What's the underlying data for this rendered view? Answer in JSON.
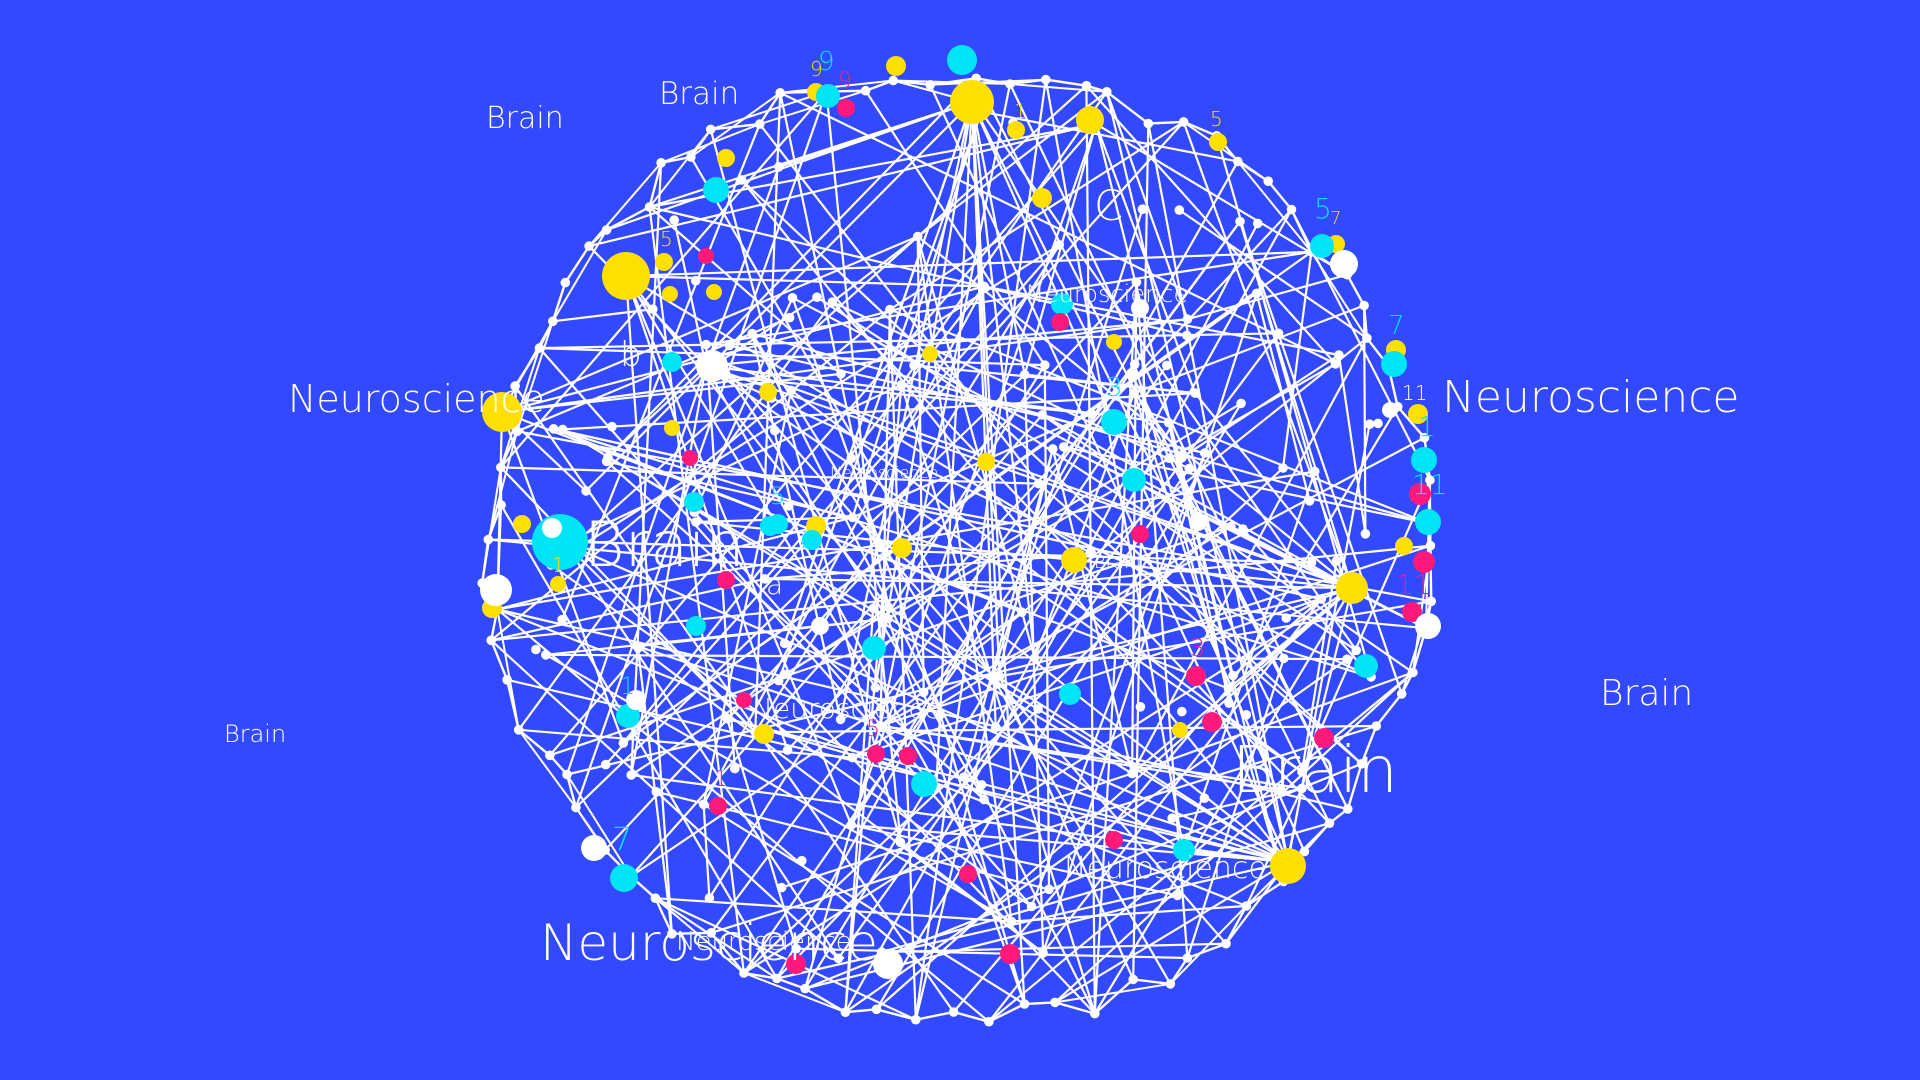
{
  "colors": {
    "background": "#3249FF",
    "edge": "#FFFFFF",
    "white": "#FFFFFF",
    "yellow": "#FFE000",
    "cyan": "#00E5F5",
    "magenta": "#FF1A7A"
  },
  "labels": {
    "brain_1": "Brain",
    "brain_2": "Brain",
    "brain_3": "Brain",
    "brain_4": "Brain",
    "brain_5": "Brain",
    "brain_6": "Brain",
    "brain_7": "Brain",
    "neuro_1": "Neuroscience",
    "neuro_2": "Neuroscience",
    "neuro_3": "Neuroscience",
    "neuro_4": "Neuroscience",
    "neuro_5": "Neuroscience",
    "neuro_6": "Neuroscience",
    "neuro_7": "Neuroscience",
    "neuro_8": "Neuroscience",
    "letter_b": "b",
    "letter_a": "a",
    "letter_c": "C"
  },
  "numbers": [
    "9",
    "9",
    "9",
    "5",
    "5",
    "5",
    "7",
    "7",
    "11",
    "1",
    "11",
    "11",
    "3",
    "5",
    "1",
    "3",
    "5",
    "7",
    "1",
    "1",
    "1"
  ]
}
